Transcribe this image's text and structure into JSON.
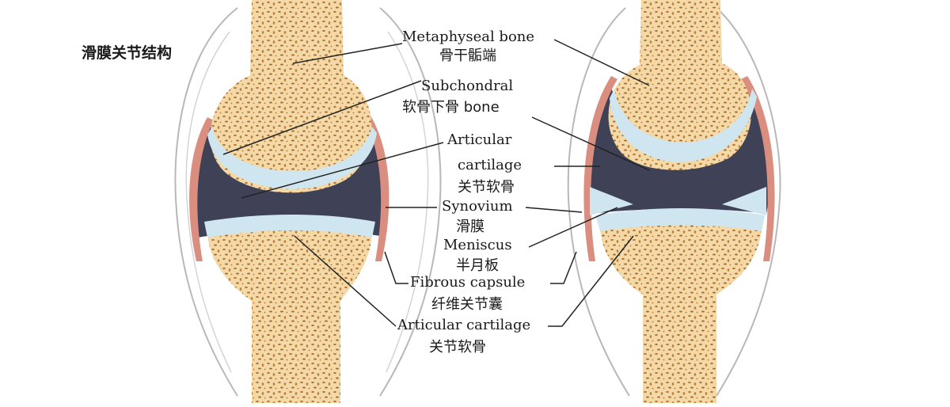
{
  "title": "滑膜关节结构",
  "labels": {
    "metaphyseal_en": "Metaphyseal bone",
    "metaphyseal_zh": "骨干骺端",
    "subchondral_en": "Subchondral",
    "subchondral_zh": "软骨下骨 bone",
    "articular_en_1": "Articular",
    "articular_en_2": "cartilage",
    "articular_zh": "关节软骨",
    "synovium_en": "Synovium",
    "synovium_zh": "滑膜",
    "meniscus_en": "Meniscus",
    "meniscus_zh": "半月板",
    "fibrous_en": "Fibrous capsule",
    "fibrous_zh": "纤维关节囊",
    "articular_bottom_en": "Articular cartilage",
    "articular_bottom_zh": "关节软骨"
  },
  "colors": {
    "bone": "#f3d9a8",
    "bone_spots": "#b8742f",
    "cartilage": "#cfe6f0",
    "synovial_cavity": "#3f4256",
    "synovium": "#d98e80",
    "capsule_line": "#b8b8b8",
    "leader": "#222222"
  }
}
